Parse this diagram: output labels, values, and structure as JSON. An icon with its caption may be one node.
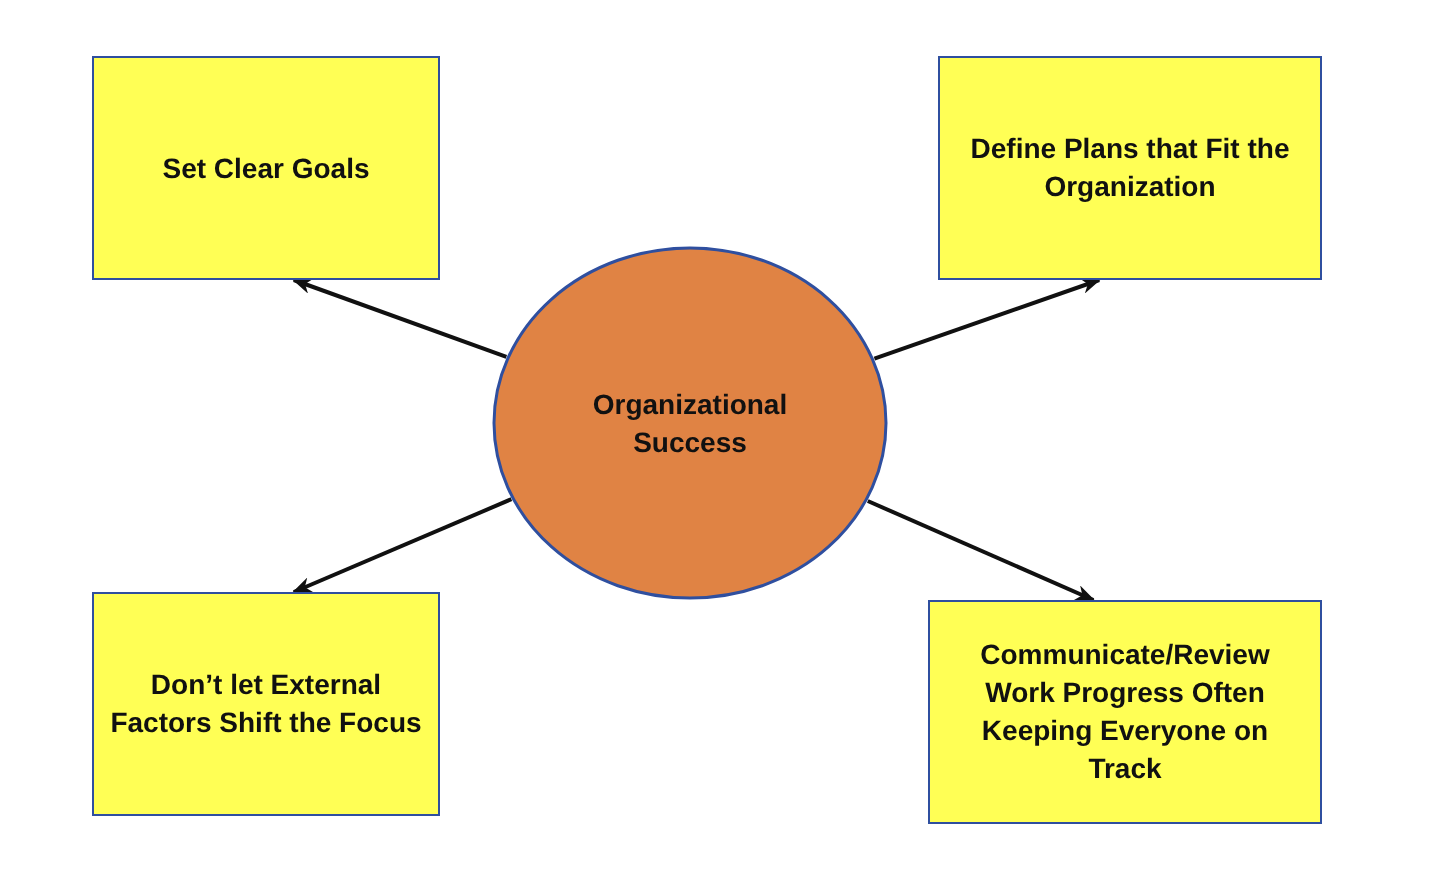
{
  "diagram": {
    "nodes": [
      {
        "text": [
          "Set Clear Goals"
        ]
      },
      {
        "text": [
          "Define Plans that Fit the Organization"
        ]
      },
      {
        "text": [
          "Organizational Success"
        ]
      },
      {
        "text": [
          "Don’t let External Factors Shift the Focus"
        ]
      },
      {
        "text": [
          "Communicate/Review Work Progress Often Keeping Everyone on Track"
        ]
      }
    ],
    "edges": [
      {
        "from": 2,
        "to": 0,
        "arrow": "to"
      },
      {
        "from": 2,
        "to": 1,
        "arrow": "to"
      },
      {
        "from": 2,
        "to": 3,
        "arrow": "to"
      },
      {
        "from": 2,
        "to": 4,
        "arrow": "to"
      }
    ]
  }
}
